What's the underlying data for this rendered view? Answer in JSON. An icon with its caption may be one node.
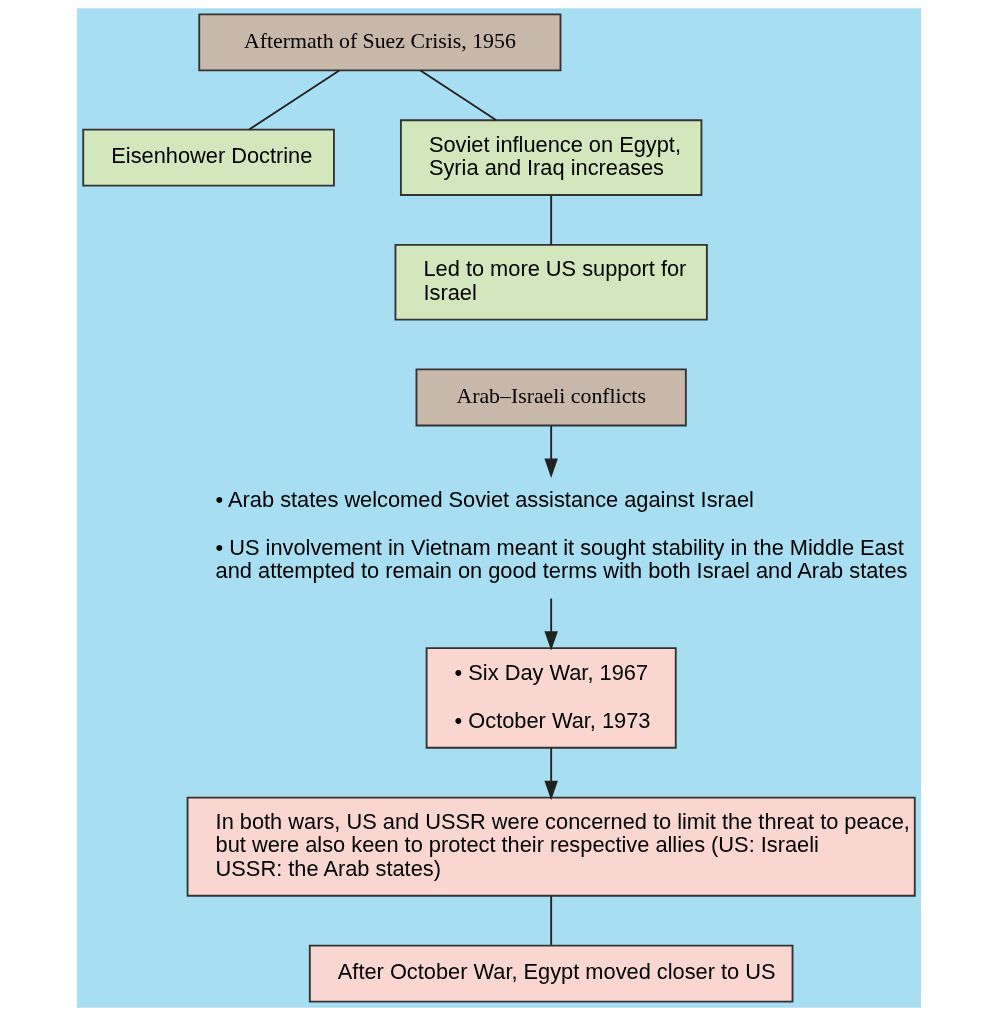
{
  "diagram": {
    "nodes": [
      {
        "text": [
          "Aftermath of Suez Crisis, 1956"
        ]
      },
      {
        "text": [
          "Eisenhower Doctrine"
        ]
      },
      {
        "text": [
          "Soviet influence on Egypt, Syria and Iraq increases"
        ]
      },
      {
        "text": [
          "Led to more US support for Israel"
        ]
      },
      {
        "text": [
          "Arab–Israeli conflicts"
        ]
      },
      {
        "text": [
          "• Arab states welcomed Soviet assistance against Israel",
          "• US involvement in Vietnam meant it sought stability in the Middle East and attempted to remain on good terms with both Israel and Arab states"
        ]
      },
      {
        "text": [
          "• Six Day War, 1967",
          "• October War, 1973"
        ]
      },
      {
        "text": [
          "In both wars, US and USSR were concerned to limit the threat to peace, but were also keen to protect their respective allies (US: Israeli USSR: the Arab states)"
        ]
      },
      {
        "text": [
          "After October War, Egypt moved closer to US"
        ]
      }
    ],
    "edges": [
      {
        "from": 0,
        "to": 1,
        "arrow": "none"
      },
      {
        "from": 0,
        "to": 2,
        "arrow": "none"
      },
      {
        "from": 2,
        "to": 3,
        "arrow": "none"
      },
      {
        "from": 4,
        "to": 5,
        "arrow": "to"
      },
      {
        "from": 5,
        "to": 6,
        "arrow": "to"
      },
      {
        "from": 6,
        "to": 7,
        "arrow": "to"
      },
      {
        "from": 7,
        "to": 8,
        "arrow": "none"
      }
    ]
  }
}
